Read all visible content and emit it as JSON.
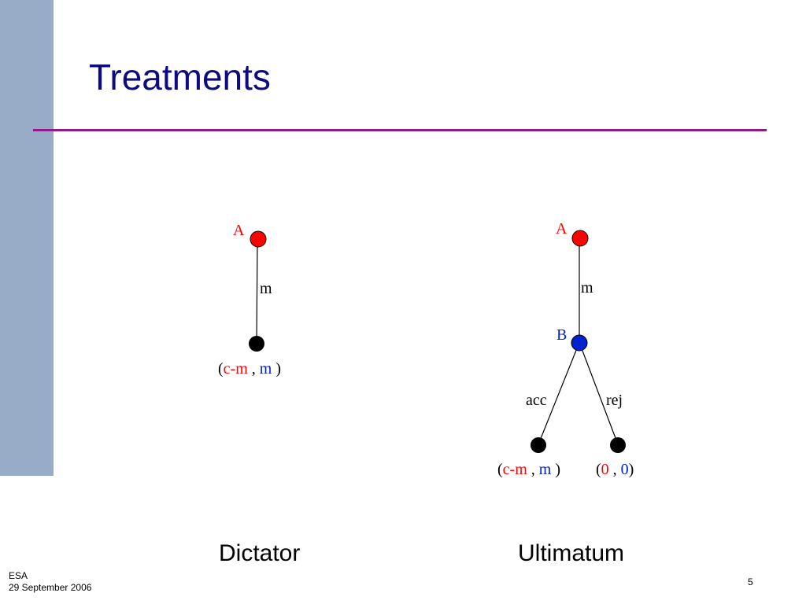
{
  "colors": {
    "sidebar": "#98acc8",
    "title": "#0c0c80",
    "rule": "#8e1c86",
    "player_a": "#ff0000",
    "player_b": "#0022cc",
    "terminal": "#000000",
    "payoff_red": "#ff0000",
    "payoff_blue": "#0022cc"
  },
  "slide": {
    "title": "Treatments",
    "footer_line1": "ESA",
    "footer_line2": "29 September 2006",
    "page_number": "5"
  },
  "dictator": {
    "caption": "Dictator",
    "player_label": "A",
    "move_label": "m",
    "payoff": {
      "open": "(",
      "first": "c-m",
      "sep": " , ",
      "second": "m",
      "close": " )"
    }
  },
  "ultimatum": {
    "caption": "Ultimatum",
    "player_a_label": "A",
    "player_b_label": "B",
    "move_label": "m",
    "accept_label": "acc",
    "reject_label": "rej",
    "payoff_accept": {
      "open": "(",
      "first": "c-m",
      "sep": " , ",
      "second": "m",
      "close": " )"
    },
    "payoff_reject": {
      "open": "(",
      "first": "0",
      "sep": " , ",
      "second": "0",
      "close": ")"
    }
  }
}
